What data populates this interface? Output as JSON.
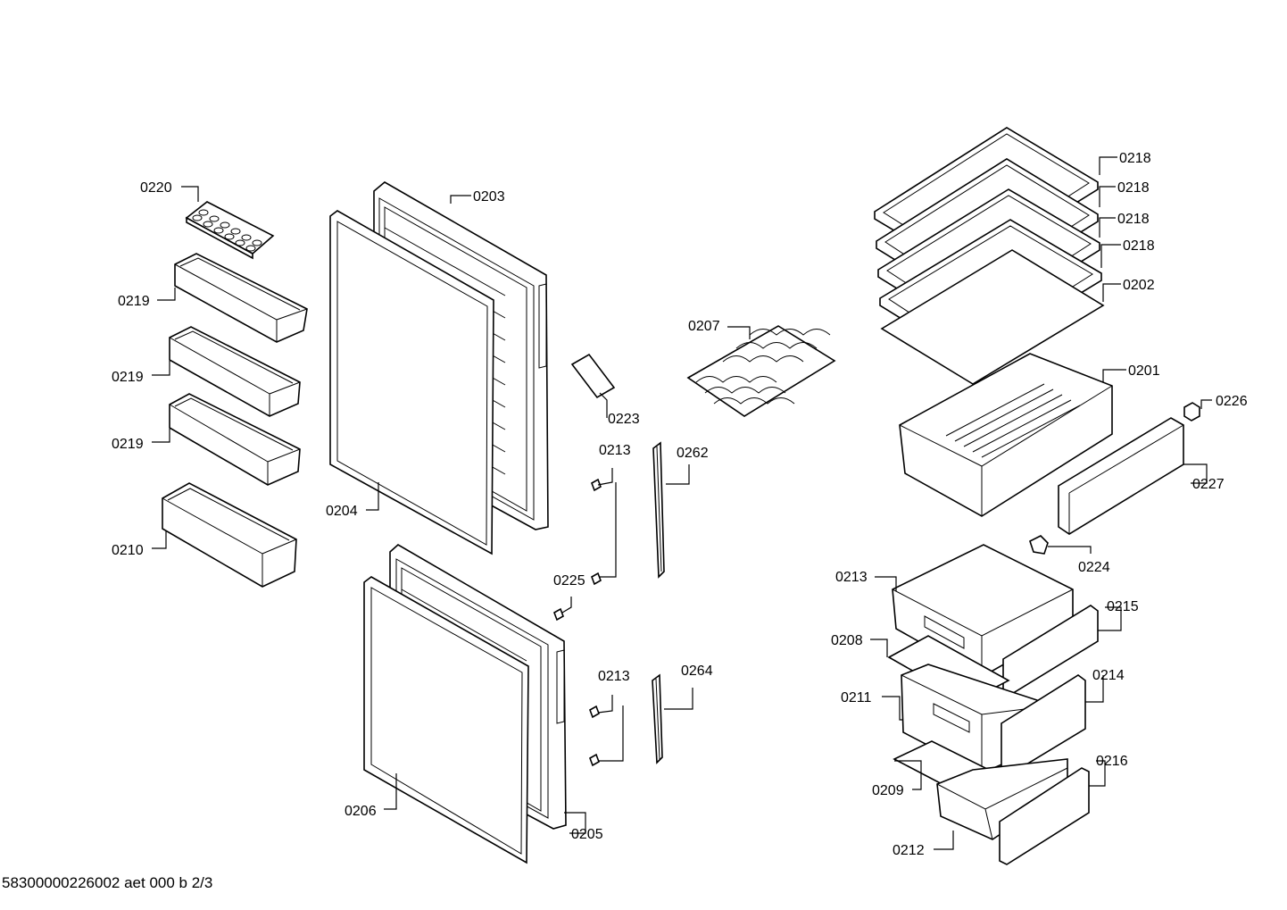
{
  "diagram": {
    "footer": "58300000226002 aet 000 b 2/3",
    "labels": {
      "p0220": "0220",
      "p0219a": "0219",
      "p0219b": "0219",
      "p0219c": "0219",
      "p0210": "0210",
      "p0203": "0203",
      "p0204": "0204",
      "p0206": "0206",
      "p0205": "0205",
      "p0223": "0223",
      "p0213a": "0213",
      "p0262": "0262",
      "p0225": "0225",
      "p0213b": "0213",
      "p0264": "0264",
      "p0207": "0207",
      "p0218a": "0218",
      "p0218b": "0218",
      "p0218c": "0218",
      "p0218d": "0218",
      "p0202": "0202",
      "p0201": "0201",
      "p0226": "0226",
      "p0227": "0227",
      "p0224": "0224",
      "p0213c": "0213",
      "p0215": "0215",
      "p0208": "0208",
      "p0214": "0214",
      "p0211": "0211",
      "p0216": "0216",
      "p0209": "0209",
      "p0212": "0212"
    }
  }
}
